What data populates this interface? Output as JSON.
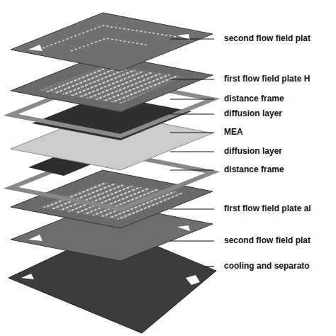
{
  "diagram": {
    "labels": [
      "second flow field plat",
      "first flow field plate H",
      "distance frame",
      "diffusion layer",
      "MEA",
      "diffusion layer",
      "distance frame",
      "first flow field plate ai",
      "second flow field plat",
      "cooling and separato"
    ]
  }
}
